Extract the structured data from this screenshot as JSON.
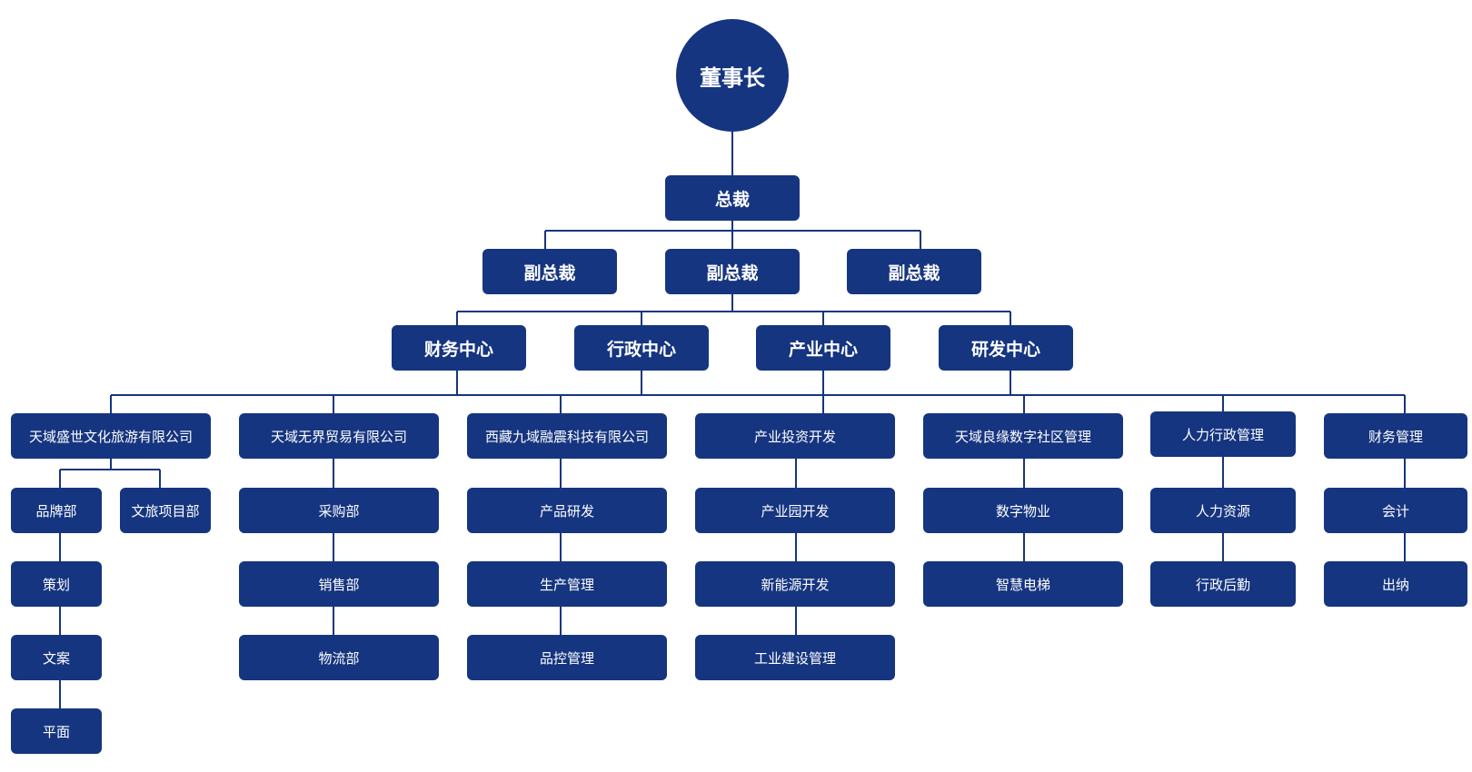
{
  "chairman": "董事长",
  "president": "总裁",
  "vice_presidents": [
    "副总裁",
    "副总裁",
    "副总裁"
  ],
  "centers": [
    "财务中心",
    "行政中心",
    "产业中心",
    "研发中心"
  ],
  "branches": [
    {
      "name": "天域盛世文化旅游有限公司",
      "departments": [
        {
          "name": "品牌部",
          "children": [
            "策划",
            "文案",
            "平面"
          ]
        },
        {
          "name": "文旅项目部",
          "children": []
        }
      ]
    },
    {
      "name": "天域无界贸易有限公司",
      "chain": [
        "采购部",
        "销售部",
        "物流部"
      ]
    },
    {
      "name": "西藏九域融震科技有限公司",
      "chain": [
        "产品研发",
        "生产管理",
        "品控管理"
      ]
    },
    {
      "name": "产业投资开发",
      "chain": [
        "产业园开发",
        "新能源开发",
        "工业建设管理"
      ]
    },
    {
      "name": "天域良缘数字社区管理",
      "chain": [
        "数字物业",
        "智慧电梯"
      ]
    },
    {
      "name": "人力行政管理",
      "chain": [
        "人力资源",
        "行政后勤"
      ]
    },
    {
      "name": "财务管理",
      "chain": [
        "会计",
        "出纳"
      ]
    }
  ],
  "colors": {
    "box": "#163580",
    "line": "#163580",
    "text": "#ffffff",
    "background": "#ffffff"
  }
}
